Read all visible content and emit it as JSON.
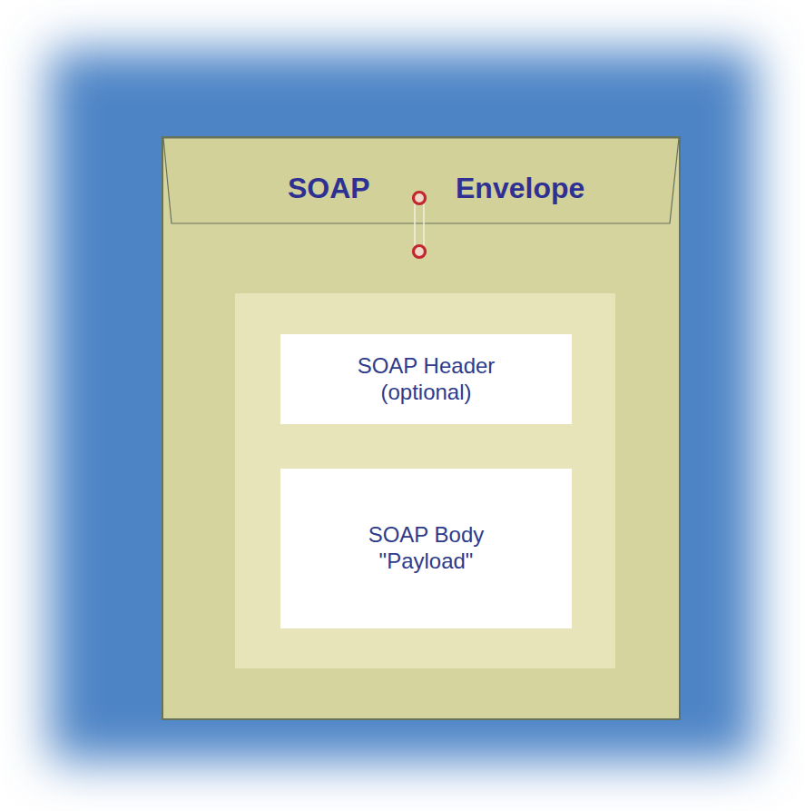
{
  "diagram": {
    "nodes": [
      {
        "text": [
          "SOAP Envelope"
        ]
      },
      {
        "text": [
          "SOAP Header (optional)"
        ],
        "in": 0
      },
      {
        "text": [
          "SOAP Body \"Payload\""
        ],
        "in": 0
      }
    ]
  }
}
